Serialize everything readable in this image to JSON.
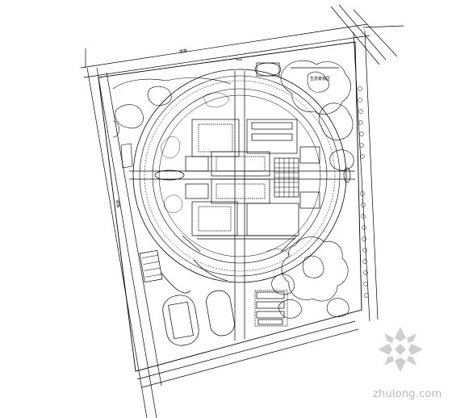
{
  "drawing": {
    "labels": {
      "north_road": "道路",
      "west_road": "道路",
      "northeast_area": "生态景观区"
    }
  },
  "watermark": {
    "text": "zhulong.com",
    "logo": "zhulong-logo",
    "color": "#b9b9b9"
  },
  "colors": {
    "line": "#000000",
    "background": "#ffffff",
    "watermark": "#bdbdbd"
  }
}
